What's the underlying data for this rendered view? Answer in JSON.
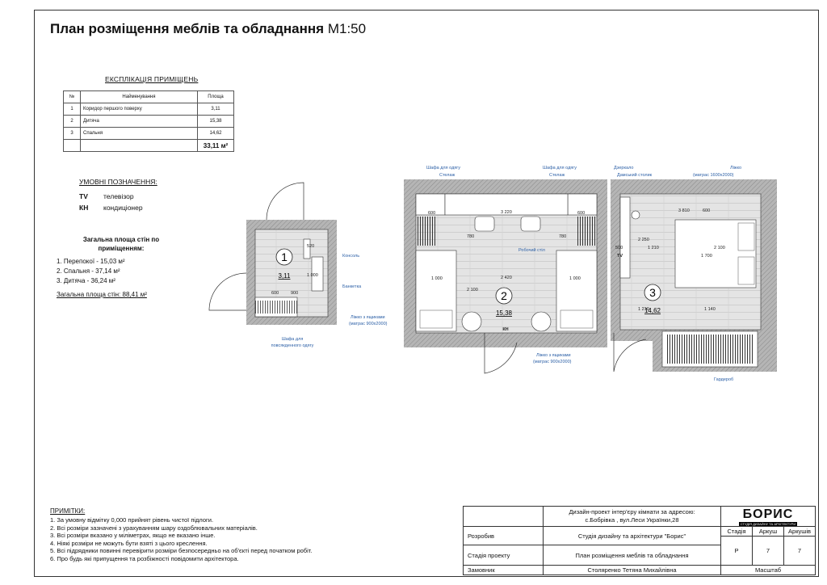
{
  "header": {
    "title": "План розміщення меблів та обладнання",
    "scale": "М1:50"
  },
  "explication": {
    "title": "ЕКСПЛІКАЦІЯ ПРИМІЩЕНЬ",
    "headers": [
      "№",
      "Найменування",
      "Площа"
    ],
    "rows": [
      {
        "num": "1",
        "name": "Коридор першого поверху",
        "area": "3,11"
      },
      {
        "num": "2",
        "name": "Дитяча",
        "area": "15,38"
      },
      {
        "num": "3",
        "name": "Спальня",
        "area": "14,62"
      }
    ],
    "total": "33,11 м²"
  },
  "legend": {
    "title": "УМОВНІ ПОЗНАЧЕННЯ:",
    "items": [
      {
        "code": "TV",
        "text": "телевізор"
      },
      {
        "code": "КН",
        "text": "кондиціонер"
      }
    ]
  },
  "walls": {
    "title": "Загальна площа стін по приміщенням:",
    "items": [
      "1. Перепокої - 15,03 м²",
      "2. Спальня - 37,14 м²",
      "3. Дитяча - 36,24 м²"
    ],
    "total": "Загальна площа стін: 88,41 м²"
  },
  "plan": {
    "room1": {
      "num": "1",
      "area": "3,11"
    },
    "room2": {
      "num": "2",
      "area": "15,38"
    },
    "room3": {
      "num": "3",
      "area": "14,62"
    },
    "labels": {
      "console": "Консоль",
      "bench": "Банкетка",
      "wardrobe_daily_1": "Шафа для",
      "wardrobe_daily_2": "повсякденного одягу",
      "wardrobe_clothes_a": "Шафа для одягу",
      "shelf_a": "Стелаж",
      "wardrobe_clothes_b": "Шафа для одягу",
      "shelf_b": "Стелаж",
      "mirror": "Дзеркало",
      "vanity": "Дамський столик",
      "bed_main_1": "Ліжко",
      "bed_main_2": "(матрас 1600х2000)",
      "work_wall": "Робочий стіл",
      "bed_drawers_1a": "Ліжко з ящиками",
      "bed_drawers_1b": "(матрас 900х2000)",
      "bed_drawers_2a": "Ліжко з ящиками",
      "bed_drawers_2b": "(матрас 900х2000)",
      "dressing": "Гардероб",
      "ac": "КН",
      "tv": "TV"
    },
    "dims": {
      "r1_w": "600",
      "r1_w2": "900",
      "r1_h": "520",
      "r1_b": "1 000",
      "r2_a": "600",
      "r2_b": "600",
      "r2_top": "3 220",
      "r2_c": "780",
      "r2_d": "780",
      "r2_desk": "2 420",
      "r2_bed_l": "1 000",
      "r2_bed_r": "1 000",
      "r2_h": "2 100",
      "r3_top": "3 810",
      "r3_a": "600",
      "r3_b": "2 250",
      "r3_c": "500",
      "r3_d": "1 210",
      "r3_bed": "2 100",
      "r3_e": "1 700",
      "r3_f": "1 210",
      "r3_g": "1 140"
    }
  },
  "notes": {
    "title": "ПРИМІТКИ:",
    "items": [
      "1. За умовну відмітку 0,000 прийнят рівень чистої підлоги.",
      "2. Всі розміри зазначені з урахуванням шару оздоблювальних матеріалів.",
      "3. Всі розміри вказано у міліметрах, якщо не вказано інше.",
      "4. Ніякі розміри не можуть бути взяті з цього креслення.",
      "5. Всі підрядники повинні перевірити розміри безпосередньо на об'єкті перед початком робіт.",
      "6. Про будь які припущення та розбіжності повідомити архітектора."
    ]
  },
  "stamp": {
    "project_line1": "Дизайн-проект інтер'єру кімнати за адресою:",
    "project_line2": "с.Бобрівка , вул.Леси Українки,28",
    "developed_label": "Розробив",
    "developed_value": "Студія дизайну та архітектури \"Борис\"",
    "stage_label": "Стадія проекту",
    "sheet_title": "План розміщення меблів та обладнання",
    "client_label": "Замовник",
    "client_value": "Столяренко Тетяна Михайлівна",
    "logo_text": "БОРИС",
    "logo_sub": "СТУДІЯ ДИЗАЙНУ ТА АРХІТЕКТУРИ",
    "col_stage": "Стадія",
    "col_sheet": "Аркуш",
    "col_sheets": "Аркушів",
    "stage_val": "Р",
    "sheet_val": "7",
    "sheets_val": "7",
    "scale_label": "Масштаб"
  }
}
